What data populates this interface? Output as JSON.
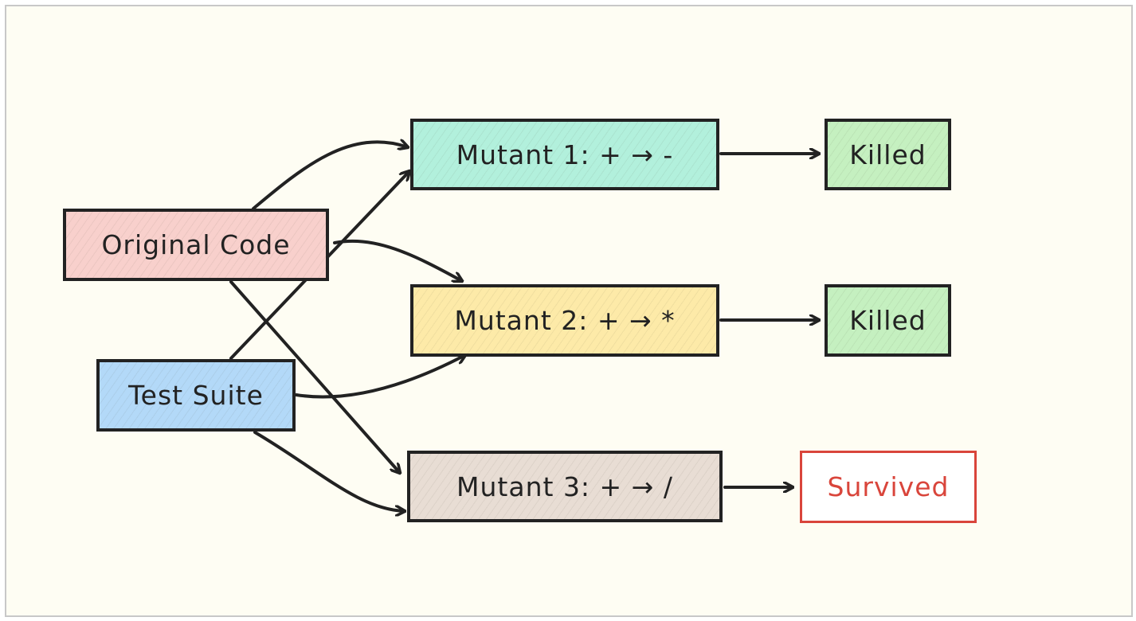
{
  "nodes": {
    "original": {
      "label": "Original Code",
      "color": "#f8d0cc"
    },
    "tests": {
      "label": "Test Suite",
      "color": "#b3d9f8"
    },
    "mutant1": {
      "label": "Mutant 1: + → -",
      "color": "#b2f0dc"
    },
    "mutant2": {
      "label": "Mutant 2: + → *",
      "color": "#fdeaa8"
    },
    "mutant3": {
      "label": "Mutant 3: + → /",
      "color": "#e8ddd4"
    },
    "result1": {
      "label": "Killed",
      "color": "#c5f0c0"
    },
    "result2": {
      "label": "Killed",
      "color": "#c5f0c0"
    },
    "result3": {
      "label": "Survived",
      "color": "#ffffff",
      "text_color": "#d9453b"
    }
  },
  "edges": [
    {
      "from": "original",
      "to": "mutant1"
    },
    {
      "from": "tests",
      "to": "mutant1"
    },
    {
      "from": "original",
      "to": "mutant2"
    },
    {
      "from": "tests",
      "to": "mutant2"
    },
    {
      "from": "original",
      "to": "mutant3"
    },
    {
      "from": "tests",
      "to": "mutant3"
    },
    {
      "from": "mutant1",
      "to": "result1"
    },
    {
      "from": "mutant2",
      "to": "result2"
    },
    {
      "from": "mutant3",
      "to": "result3"
    }
  ]
}
